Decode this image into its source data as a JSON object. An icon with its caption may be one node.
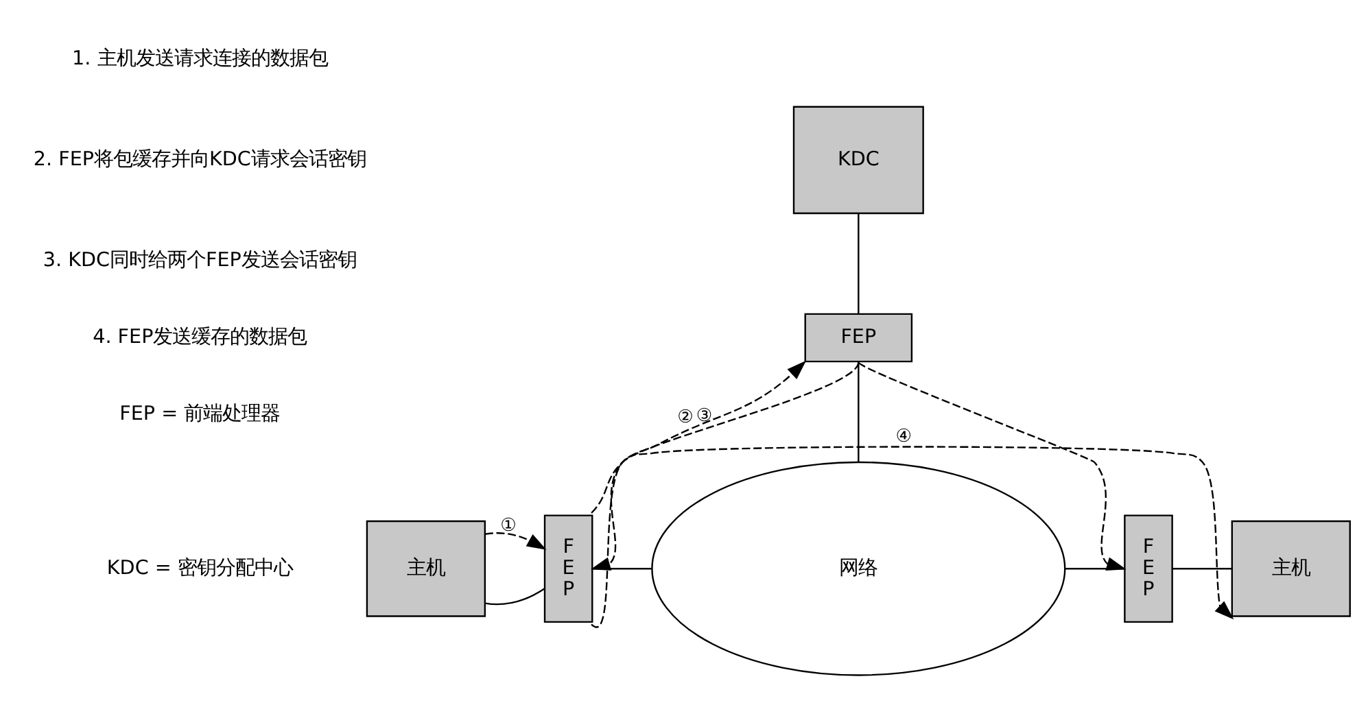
{
  "diagram": {
    "nodes": [
      {
        "text": [
          "KDC"
        ]
      },
      {
        "text": [
          "FEP"
        ]
      },
      {
        "text": [
          "主机"
        ]
      },
      {
        "text": [
          "F E P"
        ]
      },
      {
        "text": [
          "网络"
        ]
      },
      {
        "text": [
          "F E P"
        ]
      },
      {
        "text": [
          "主机"
        ]
      }
    ],
    "edges": [
      {
        "from": 0,
        "to": 1,
        "arrow": "none"
      },
      {
        "from": 1,
        "to": 4,
        "arrow": "none"
      },
      {
        "from": 2,
        "to": 3,
        "arrow": "none"
      },
      {
        "from": 3,
        "to": 4,
        "arrow": "none"
      },
      {
        "from": 4,
        "to": 5,
        "arrow": "none"
      },
      {
        "from": 5,
        "to": 6,
        "arrow": "none"
      },
      {
        "from": 2,
        "to": 3,
        "arrow": "to",
        "style": "dashed",
        "label": "①"
      },
      {
        "from": 3,
        "to": 1,
        "arrow": "to",
        "style": "dashed",
        "label": "②"
      },
      {
        "from": 1,
        "to": 3,
        "arrow": "to",
        "style": "dashed",
        "label": "③"
      },
      {
        "from": 1,
        "to": 5,
        "arrow": "to",
        "style": "dashed"
      },
      {
        "from": 3,
        "to": 6,
        "arrow": "to",
        "style": "dashed",
        "label": "④"
      }
    ],
    "labels": [
      "1. 主机发送请求连接的数据包",
      "2. FEP将包缓存并向KDC请求会话密钥",
      "3. KDC同时给两个FEP发送会话密钥",
      "4. FEP发送缓存的数据包",
      "FEP = 前端处理器",
      "KDC = 密钥分配中心"
    ]
  }
}
